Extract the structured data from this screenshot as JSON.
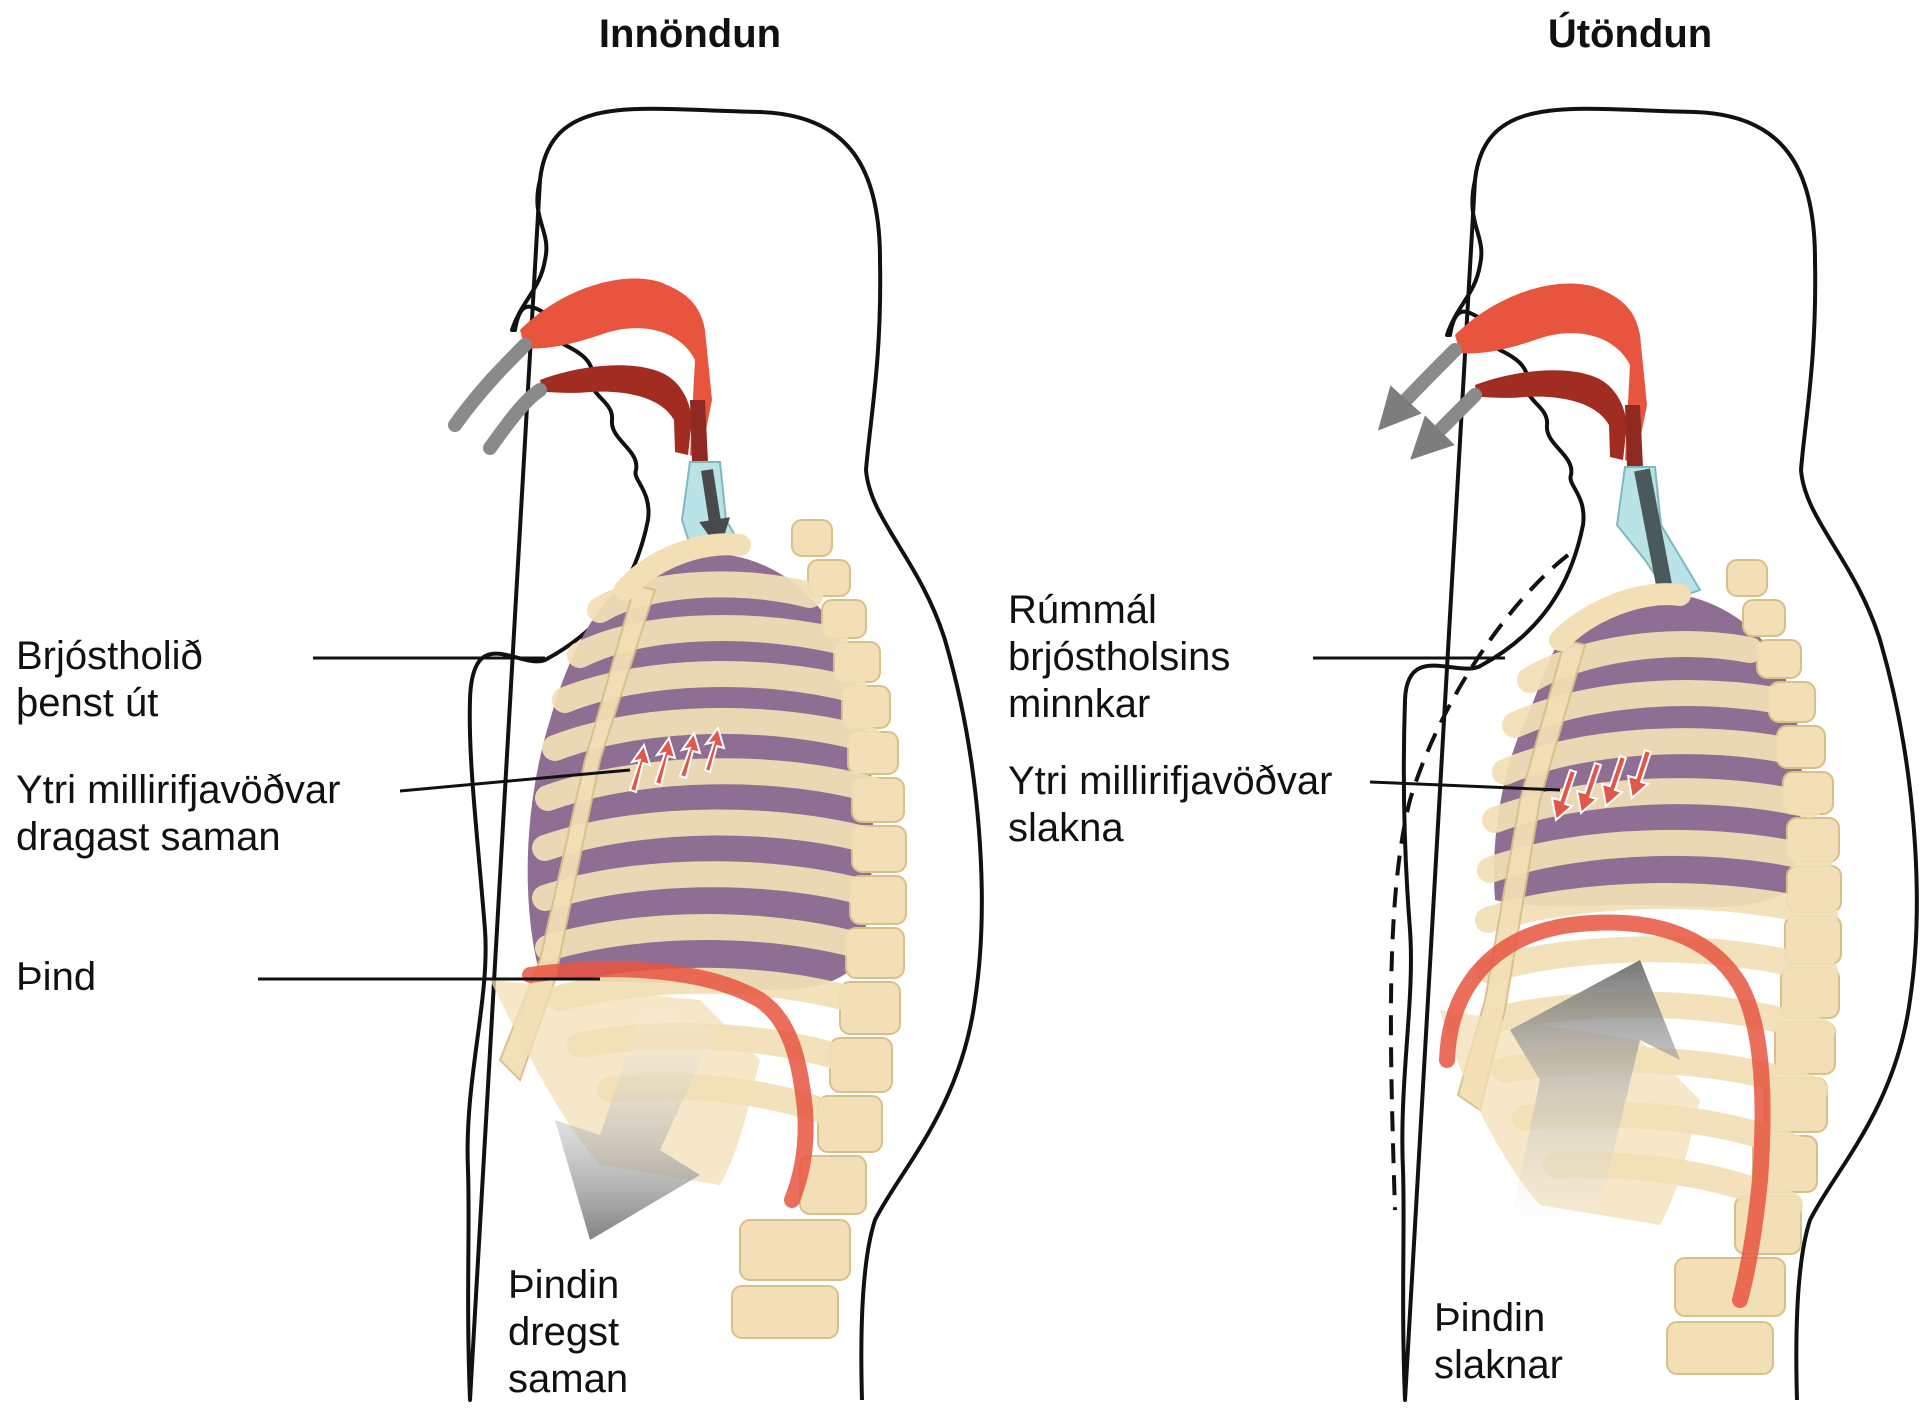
{
  "panels": {
    "inhale": {
      "title": "Innöndun",
      "labels": {
        "thorax": [
          "Brjóstholið",
          "þenst út"
        ],
        "intercostal": [
          "Ytri millirifjavöðvar",
          "dragast saman"
        ],
        "diaphragm": [
          "Þind"
        ],
        "diaphragm_action": [
          "Þindin",
          "dregst",
          "saman"
        ]
      }
    },
    "exhale": {
      "title": "Útöndun",
      "labels": {
        "thorax": [
          "Rúmmál",
          "brjóstholsins",
          "minnkar"
        ],
        "intercostal": [
          "Ytri millirifjavöðvar",
          "slakna"
        ],
        "diaphragm_action": [
          "Þindin",
          "slaknar"
        ]
      }
    }
  },
  "colors": {
    "outline": "#111111",
    "bone": "#f2dfb6",
    "bone_edge": "#d9c08a",
    "lung": "#8e6e92",
    "airway": "#e8553f",
    "airway_dark": "#8f2a22",
    "trachea": "#b9e3e6",
    "arrow_gray": "#8a8a8a"
  },
  "icons": [
    "airflow-arrow-icon",
    "muscle-arrow-icon",
    "diaphragm-arrow-icon"
  ]
}
